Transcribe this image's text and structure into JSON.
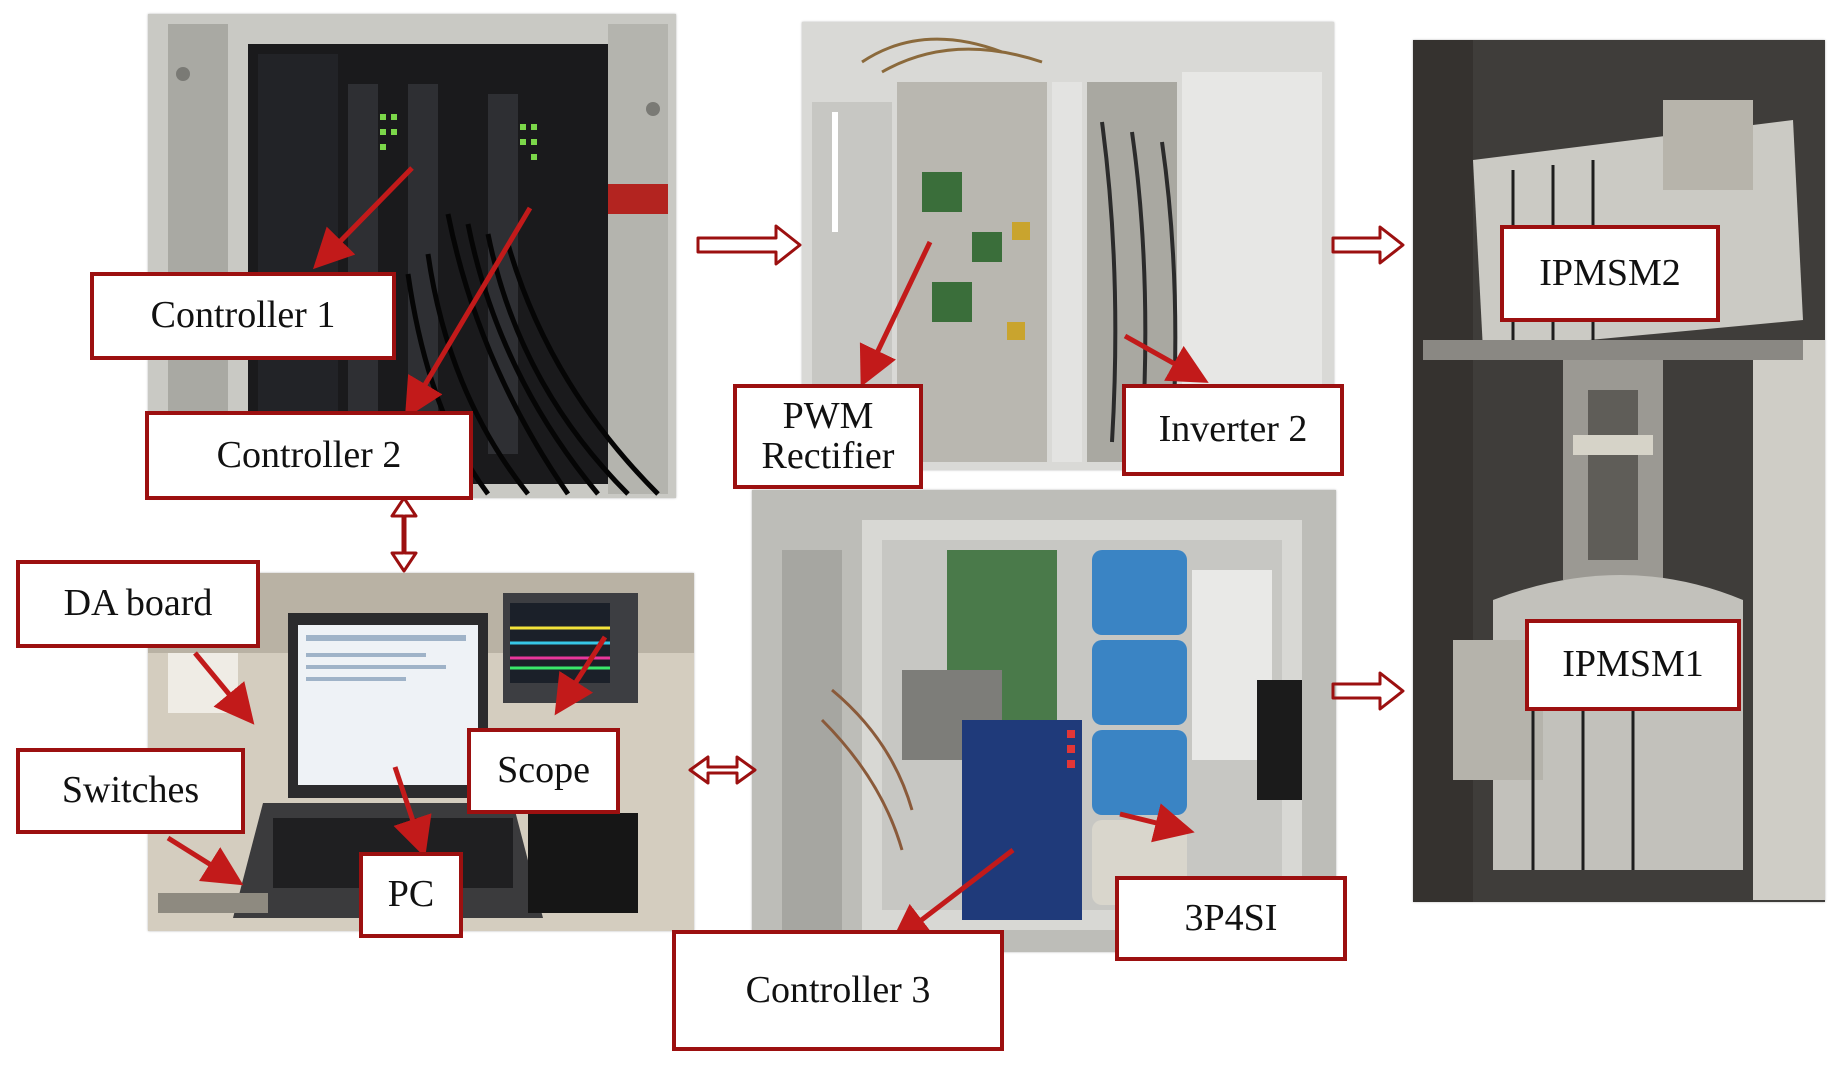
{
  "labels": {
    "controller1": "Controller 1",
    "controller2": "Controller 2",
    "pwm_rectifier": "PWM\nRectifier",
    "inverter2": "Inverter 2",
    "ipmsm2": "IPMSM2",
    "ipmsm1": "IPMSM1",
    "da_board": "DA board",
    "switches": "Switches",
    "scope": "Scope",
    "pc": "PC",
    "controller3": "Controller 3",
    "p4si": "3P4SI"
  },
  "colors": {
    "accent": "#9c1010",
    "label_text": "#111111",
    "label_fill": "#ffffff"
  },
  "icons": {
    "flow_arrow": "hollow-double-line-arrow",
    "pointer": "red-pointer-arrow"
  }
}
